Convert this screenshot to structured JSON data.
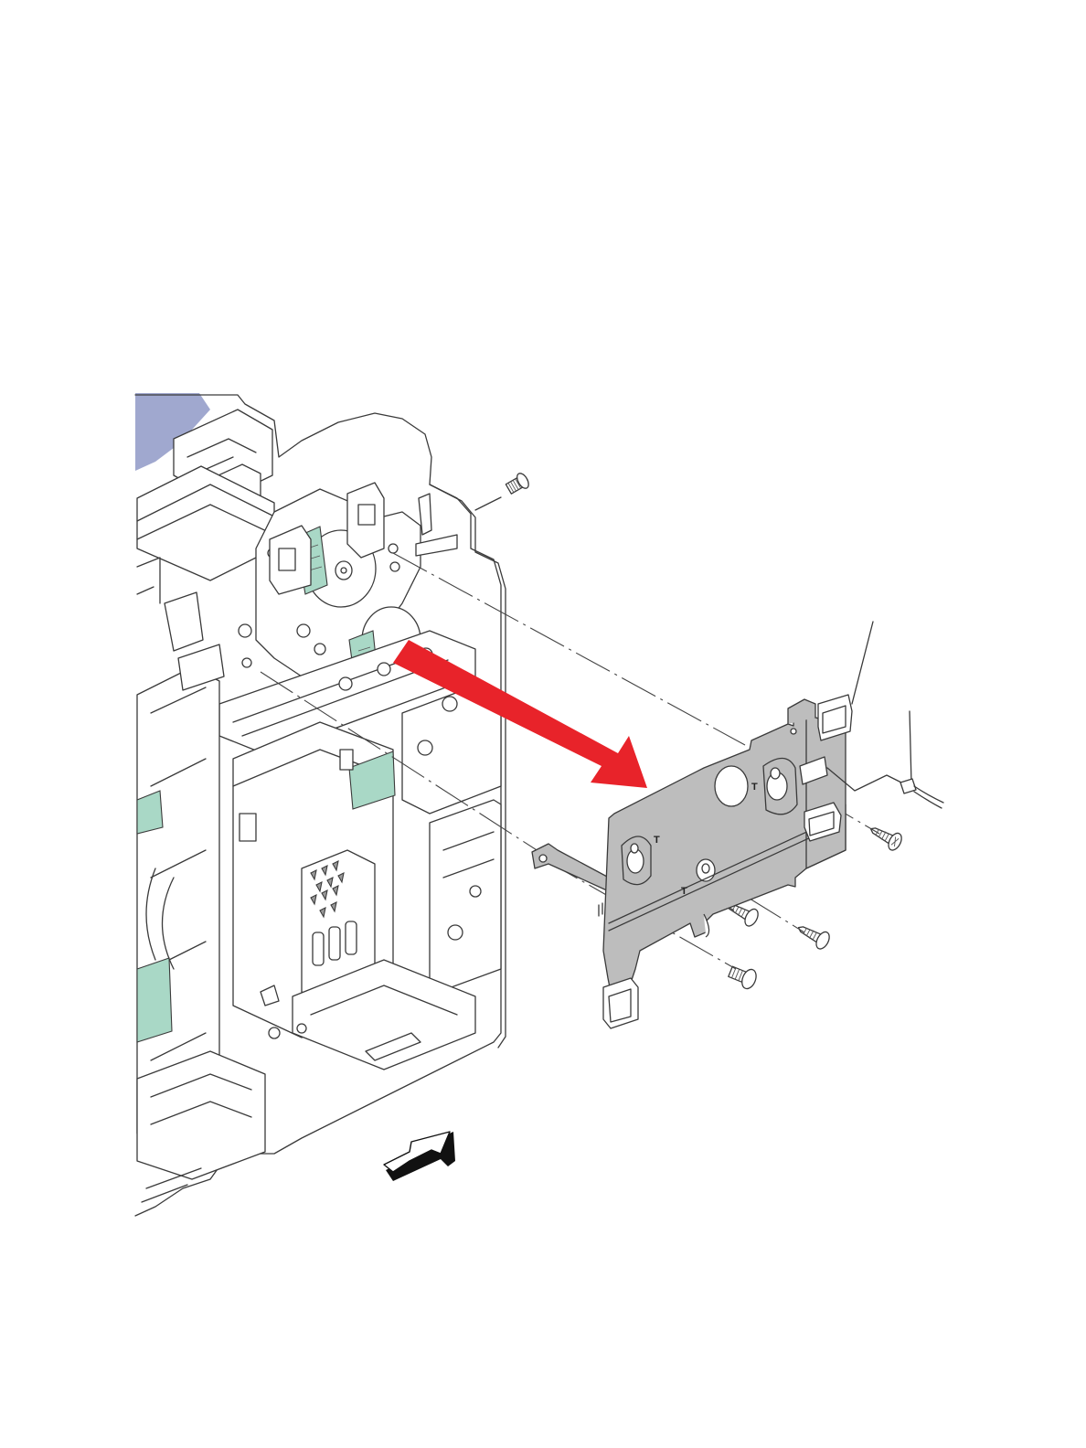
{
  "figure": {
    "hole_markers": [
      "T",
      "T",
      "T"
    ],
    "colors": {
      "arrow": "#e8232a",
      "bracket": "#bdbdbd",
      "circuit_board": "#a9d8c6",
      "panel": "#a0a8cf",
      "outline": "#3a3a3a"
    },
    "icons": [
      "screw-icon",
      "removal-arrow-icon",
      "view-direction-arrow-icon",
      "connector-icon"
    ]
  }
}
